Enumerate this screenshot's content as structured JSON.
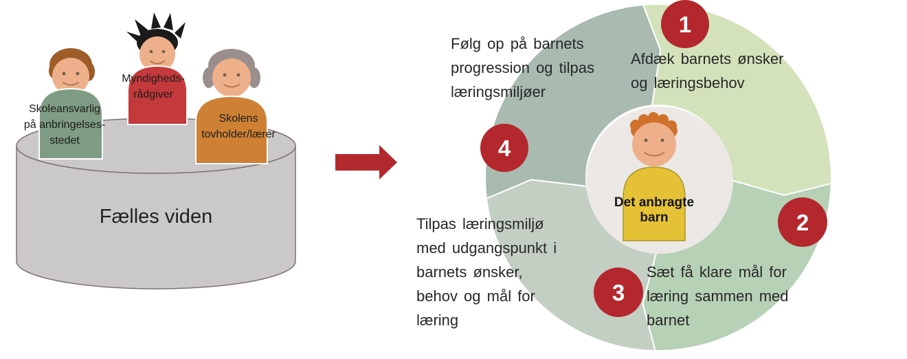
{
  "left_group": {
    "cylinder_label": "Fælles viden",
    "people": [
      {
        "label": "Skoleansvarlig\npå anbringelses-\nstedet"
      },
      {
        "label": "Myndigheds-\nrådgiver"
      },
      {
        "label": "Skolens\ntovholder/lærer"
      }
    ]
  },
  "cycle": {
    "center_label": "Det anbragte\nbarn",
    "steps": [
      {
        "number": "1",
        "label": "Afdæk barnets ønsker\nog læringsbehov"
      },
      {
        "number": "2",
        "label": "Sæt få klare mål for\nlæring sammen med\nbarnet"
      },
      {
        "number": "3",
        "label": "Tilpas læringsmiljø\nmed udgangspunkt i\nbarnets ønsker,\nbehov og mål for\nlæring"
      },
      {
        "number": "4",
        "label": "Følg op på barnets\nprogression og tilpas\nlæringsmiljøer"
      }
    ]
  },
  "colors": {
    "segment_1": "#d3e2ba",
    "segment_2": "#b7d1b6",
    "segment_3": "#c4cfc4",
    "segment_4": "#a9bbb0",
    "center_circle": "#ece8e5",
    "badge_red": "#b4272d",
    "arrow_red": "#b32a2e",
    "cylinder_gray": "#cac8c8",
    "shirt_green": "#7f9c84",
    "shirt_red": "#c4393c",
    "shirt_orange": "#ce8134",
    "hair_brown": "#9d5c28",
    "hair_black": "#1b1b1b",
    "hair_gray": "#9a8f8c",
    "child_hair_orange": "#d0712c",
    "child_shirt_yellow": "#e5c135",
    "skin": "#eeb08a"
  }
}
